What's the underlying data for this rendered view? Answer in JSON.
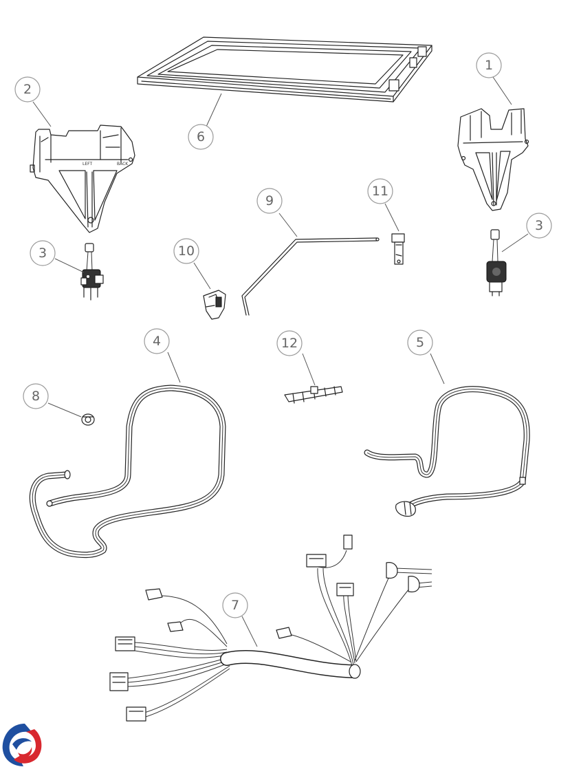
{
  "diagram": {
    "callouts": [
      {
        "id": "callout-1",
        "label": "1"
      },
      {
        "id": "callout-2",
        "label": "2"
      },
      {
        "id": "callout-3-left",
        "label": "3"
      },
      {
        "id": "callout-3-right",
        "label": "3"
      },
      {
        "id": "callout-4",
        "label": "4"
      },
      {
        "id": "callout-5",
        "label": "5"
      },
      {
        "id": "callout-6",
        "label": "6"
      },
      {
        "id": "callout-7",
        "label": "7"
      },
      {
        "id": "callout-8",
        "label": "8"
      },
      {
        "id": "callout-9",
        "label": "9"
      },
      {
        "id": "callout-10",
        "label": "10"
      },
      {
        "id": "callout-11",
        "label": "11"
      },
      {
        "id": "callout-12",
        "label": "12"
      }
    ],
    "bracket_labels": {
      "left_tag": "LEFT",
      "right_tag": "BACK"
    },
    "logo": {
      "icon": "brand-swirl-logo-icon",
      "colors": {
        "blue": "#1f4fa0",
        "red": "#d8282f"
      }
    }
  }
}
